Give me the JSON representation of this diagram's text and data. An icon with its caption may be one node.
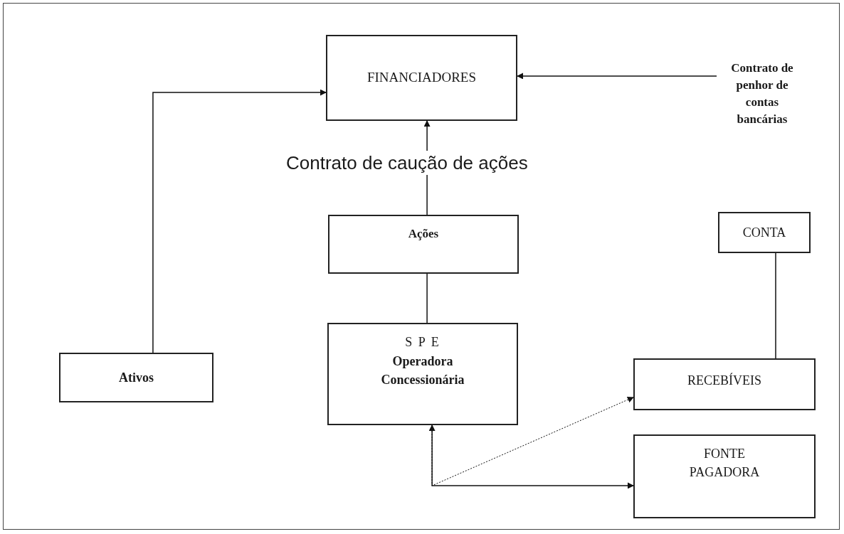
{
  "diagram": {
    "nodes": [
      {
        "text": [
          "FINANCIADORES"
        ]
      },
      {
        "text": [
          "Contrato de penhor de contas bancárias"
        ]
      },
      {
        "text": [
          "Ações"
        ]
      },
      {
        "text": [
          "CONTA"
        ]
      },
      {
        "text": [
          "Ativos"
        ]
      },
      {
        "text": [
          "S P E",
          "Operadora Concessionária"
        ]
      },
      {
        "text": [
          "RECEBÍVEIS"
        ]
      },
      {
        "text": [
          "FONTE PAGADORA"
        ]
      }
    ],
    "edges": [
      {
        "from": 4,
        "to": 0,
        "arrow": "to"
      },
      {
        "from": 1,
        "to": 0,
        "arrow": "to"
      },
      {
        "from": 2,
        "to": 0,
        "arrow": "to",
        "label": "Contrato de caução de ações"
      },
      {
        "from": 2,
        "to": 5,
        "arrow": "none"
      },
      {
        "from": 3,
        "to": 6,
        "arrow": "none"
      },
      {
        "from": 5,
        "to": 7,
        "arrow": "both"
      },
      {
        "from": 5,
        "to": 6,
        "arrow": "to",
        "style": "dashed"
      }
    ]
  }
}
